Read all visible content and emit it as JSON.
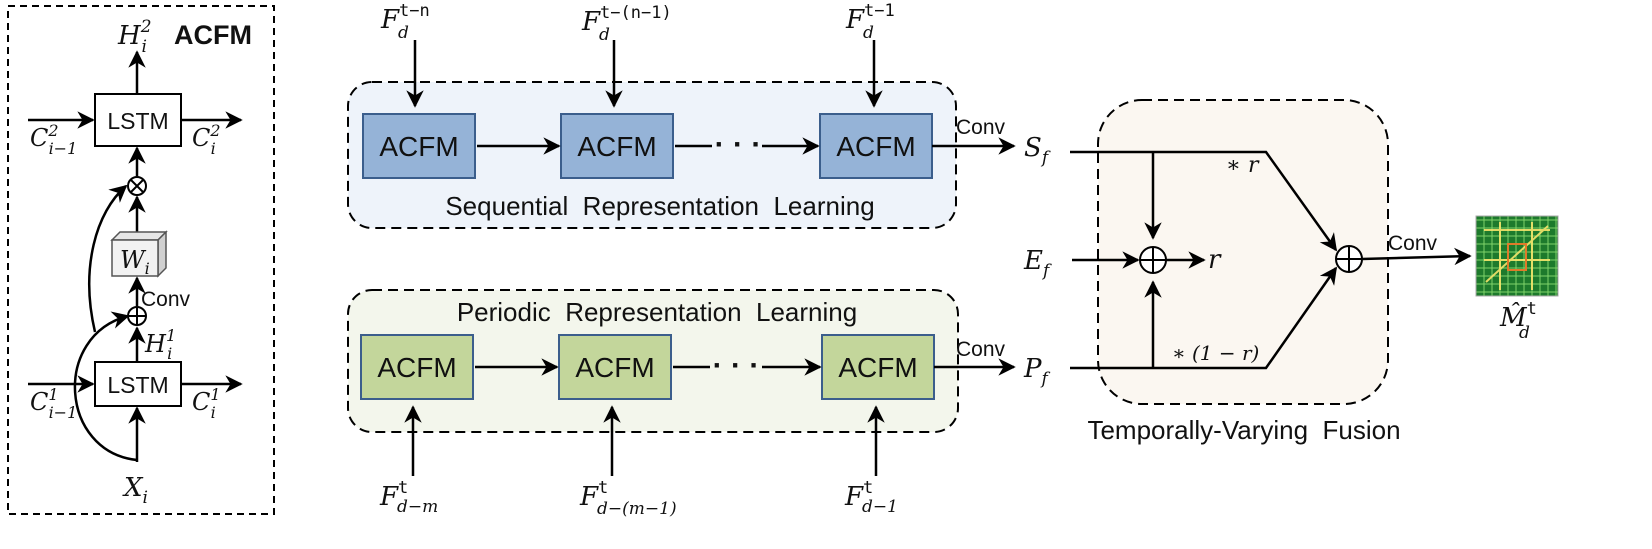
{
  "colors": {
    "seq_panel_bg": "#eef3fa",
    "per_panel_bg": "#f3f6ec",
    "fusion_bg": "#fbf7f1",
    "seq_box": "#95b3d7",
    "per_box": "#c3d69b",
    "box_border": "#3b5e8c",
    "line": "#000000"
  },
  "acfm_panel": {
    "title": "ACFM",
    "lstm_label": "LSTM",
    "conv_label": "Conv",
    "h2": {
      "base": "H",
      "sub": "i",
      "sup": "2"
    },
    "h1": {
      "base": "H",
      "sub": "i",
      "sup": "1"
    },
    "c2_in": {
      "base": "C",
      "sub": "i−1",
      "sup": "2"
    },
    "c2_out": {
      "base": "C",
      "sub": "i",
      "sup": "2"
    },
    "c1_in": {
      "base": "C",
      "sub": "i−1",
      "sup": "1"
    },
    "c1_out": {
      "base": "C",
      "sub": "i",
      "sup": "1"
    },
    "w": {
      "base": "W",
      "sub": "i"
    },
    "x": {
      "base": "X",
      "sub": "i"
    },
    "multiply_symbol": "⊗",
    "add_symbol": "⊕"
  },
  "sequential": {
    "title": "Sequential  Representation  Learning",
    "boxes": [
      "ACFM",
      "ACFM",
      "ACFM"
    ],
    "inputs": [
      {
        "base": "F",
        "sub": "d",
        "sup": "t−n"
      },
      {
        "base": "F",
        "sub": "d",
        "sup": "t−(n−1)"
      },
      {
        "base": "F",
        "sub": "d",
        "sup": "t−1"
      }
    ],
    "conv_label": "Conv",
    "output": {
      "base": "S",
      "sub": "f"
    }
  },
  "periodic": {
    "title": "Periodic  Representation  Learning",
    "boxes": [
      "ACFM",
      "ACFM",
      "ACFM"
    ],
    "inputs": [
      {
        "base": "F",
        "sub": "d−m",
        "sup": "t"
      },
      {
        "base": "F",
        "sub": "d−(m−1)",
        "sup": "t"
      },
      {
        "base": "F",
        "sub": "d−1",
        "sup": "t"
      }
    ],
    "conv_label": "Conv",
    "output": {
      "base": "P",
      "sub": "f"
    }
  },
  "fusion": {
    "title": "Temporally-Varying  Fusion",
    "e_input": {
      "base": "E",
      "sub": "f"
    },
    "r_label": "r",
    "mult_r": "∗ r",
    "mult_one_minus_r": "∗ (1 − r)",
    "add_symbol": "⊕",
    "conv_label": "Conv",
    "output": {
      "base": "M̂",
      "sub": "d",
      "sup": "t"
    }
  },
  "ellipsis": "· · ·"
}
